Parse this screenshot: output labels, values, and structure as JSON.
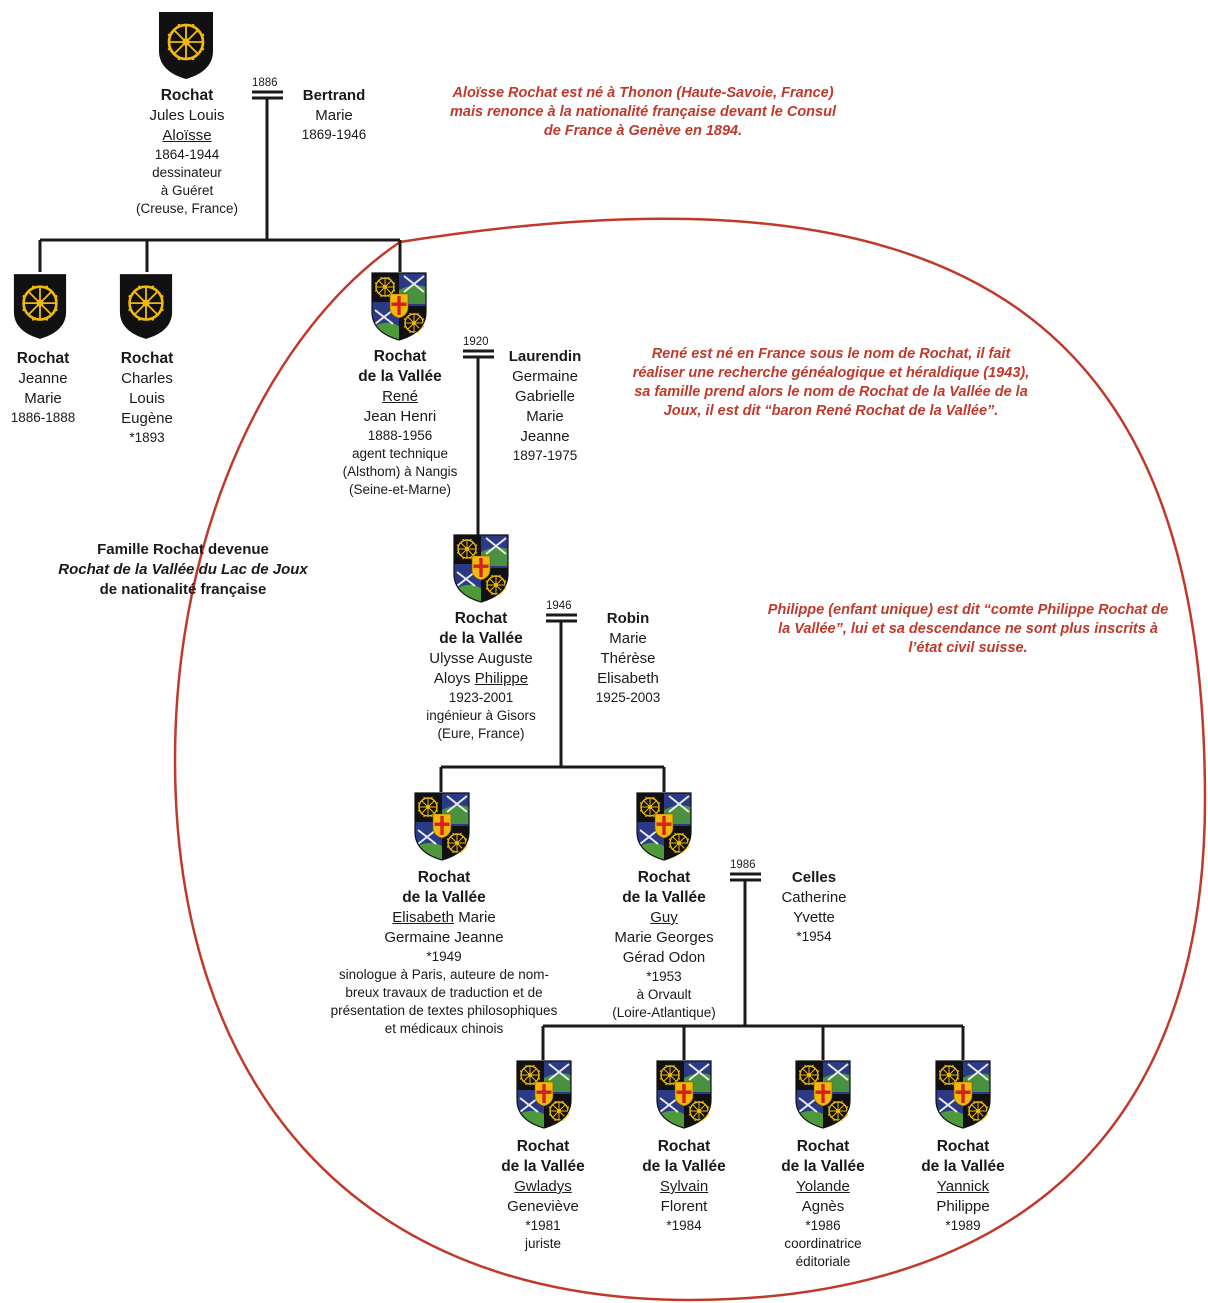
{
  "colors": {
    "line": "#1a1a1a",
    "ellipse": "#c0392b",
    "note_text": "#c0392b",
    "shield_black": "#111111",
    "wheel_gold": "#f0b90b",
    "shield_blue": "#2a3a86",
    "shield_green": "#4e9a3a",
    "cross_red": "#d62020"
  },
  "notes": {
    "aloisse": "Aloïsse Rochat est né à Thonon (Haute-Savoie, France) mais renonce à la nationalité française devant le Consul de France à Genève en 1894.",
    "rene": "René est né en France sous le nom de Rochat, il fait réaliser une recherche généalogique et héraldique (1943), sa famille prend alors le nom de Rochat de la Vallée de la Joux, il est dit “baron René Rochat de la Vallée”.",
    "philippe": "Philippe (enfant unique) est dit “comte Philippe Rochat de la Vallée”, lui et sa descendance ne sont plus inscrits à l’état civil suisse."
  },
  "caption": {
    "line1": "Famille Rochat devenue",
    "line2": "Rochat de la Vallée du Lac de Joux",
    "line3": "de nationalité française"
  },
  "marriages": {
    "m1886a": "1886",
    "m1920": "1920",
    "m1946": "1946",
    "m1986": "1986"
  },
  "people": {
    "aloisse": {
      "surname": "Rochat",
      "given": "Jules Louis",
      "first": "Aloïsse",
      "dates": "1864-1944",
      "info1": "dessinateur",
      "info2": "à Guéret",
      "info3": "(Creuse, France)"
    },
    "bertrand": {
      "surname": "Bertrand",
      "given": "Marie",
      "dates": "1869-1946"
    },
    "jeanne": {
      "surname": "Rochat",
      "given1": "Jeanne",
      "given2": "Marie",
      "dates": "1886-1888"
    },
    "charles": {
      "surname": "Rochat",
      "given1": "Charles",
      "given2": "Louis",
      "given3": "Eugène",
      "dates": "*1893"
    },
    "rene": {
      "surname1": "Rochat",
      "surname2": "de la Vallée",
      "first": "René",
      "given": "Jean Henri",
      "dates": "1888-1956",
      "info1": "agent technique",
      "info2": "(Alsthom) à Nangis",
      "info3": "(Seine-et-Marne)"
    },
    "laurendin": {
      "surname": "Laurendin",
      "given1": "Germaine",
      "given2": "Gabrielle",
      "given3": "Marie",
      "given4": "Jeanne",
      "dates": "1897-1975"
    },
    "philippe": {
      "surname1": "Rochat",
      "surname2": "de la Vallée",
      "given1": "Ulysse Auguste",
      "given2a": "Aloys",
      "first": "Philippe",
      "dates": "1923-2001",
      "info1": "ingénieur à Gisors",
      "info2": "(Eure, France)"
    },
    "robin": {
      "surname": "Robin",
      "given1": "Marie",
      "given2": "Thérèse",
      "given3": "Elisabeth",
      "dates": "1925-2003"
    },
    "elisabeth": {
      "surname1": "Rochat",
      "surname2": "de la Vallée",
      "first": "Elisabeth",
      "given1b": "Marie",
      "given2": "Germaine Jeanne",
      "dates": "*1949",
      "info1": "sinologue à Paris, auteure de nom-",
      "info2": "breux travaux de traduction et de",
      "info3": "présentation de textes philosophiques",
      "info4": "et médicaux chinois"
    },
    "guy": {
      "surname1": "Rochat",
      "surname2": "de la Vallée",
      "first": "Guy",
      "given1": "Marie Georges",
      "given2": "Gérad Odon",
      "dates": "*1953",
      "info1": "à Orvault",
      "info2": "(Loire-Atlantique)"
    },
    "celles": {
      "surname": "Celles",
      "given1": "Catherine",
      "given2": "Yvette",
      "dates": "*1954"
    },
    "gwladys": {
      "surname1": "Rochat",
      "surname2": "de la Vallée",
      "first": "Gwladys",
      "given": "Geneviève",
      "dates": "*1981",
      "info1": "juriste"
    },
    "sylvain": {
      "surname1": "Rochat",
      "surname2": "de la Vallée",
      "first": "Sylvain",
      "given": "Florent",
      "dates": "*1984"
    },
    "yolande": {
      "surname1": "Rochat",
      "surname2": "de la Vallée",
      "first": "Yolande",
      "given": "Agnès",
      "dates": "*1986",
      "info1": "coordinatrice",
      "info2": "éditoriale"
    },
    "yannick": {
      "surname1": "Rochat",
      "surname2": "de la Vallée",
      "first": "Yannick",
      "given": "Philippe",
      "dates": "*1989"
    }
  }
}
